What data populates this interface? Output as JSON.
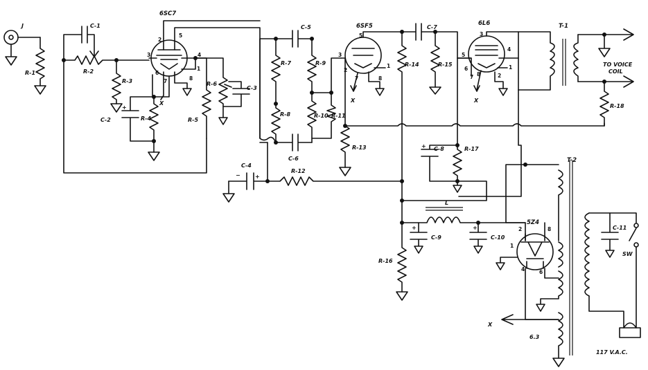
{
  "labels": {
    "jack": "J",
    "r1": "R-1",
    "r2": "R-2",
    "r3": "R-3",
    "r4": "R-4",
    "r5": "R-5",
    "r6": "R-6",
    "r7": "R-7",
    "r8": "R-8",
    "r9": "R-9",
    "r10": "R-10",
    "r11": "R-11",
    "r12": "R-12",
    "r13": "R-13",
    "r14": "R-14",
    "r15": "R-15",
    "r16": "R-16",
    "r17": "R-17",
    "r18": "R-18",
    "c1": "C-1",
    "c2": "C-2",
    "c3": "C-3",
    "c4": "C-4",
    "c5": "C-5",
    "c6": "C-6",
    "c7": "C-7",
    "c8": "C-8",
    "c9": "C-9",
    "c10": "C-10",
    "c11": "C-11",
    "v1": "6SC7",
    "v2": "6SF5",
    "v3": "6L6",
    "v4": "5Z4",
    "t1": "T-1",
    "t2": "T-2",
    "l": "L",
    "sw": "SW",
    "voice1": "TO VOICE",
    "voice2": "COIL",
    "heater": "6.3",
    "mains": "117 V.A.C.",
    "x": "X",
    "plus": "+",
    "minus": "−"
  },
  "pins": {
    "v1": {
      "p2": "2",
      "p5": "5",
      "p3": "3",
      "p4": "4",
      "p6": "6",
      "p7": "7",
      "p8": "8",
      "p1": "1"
    },
    "v2": {
      "p5": "5",
      "p3": "3",
      "p2": "2",
      "p7": "7",
      "p8": "8",
      "p1": "1"
    },
    "v3": {
      "p3": "3",
      "p4": "4",
      "p5": "5",
      "p6": "6",
      "p7": "7",
      "p8": "8",
      "p2": "2",
      "p1": "1"
    },
    "v4": {
      "p2": "2",
      "p8": "8",
      "p1": "1",
      "p4": "4",
      "p6": "6"
    }
  }
}
